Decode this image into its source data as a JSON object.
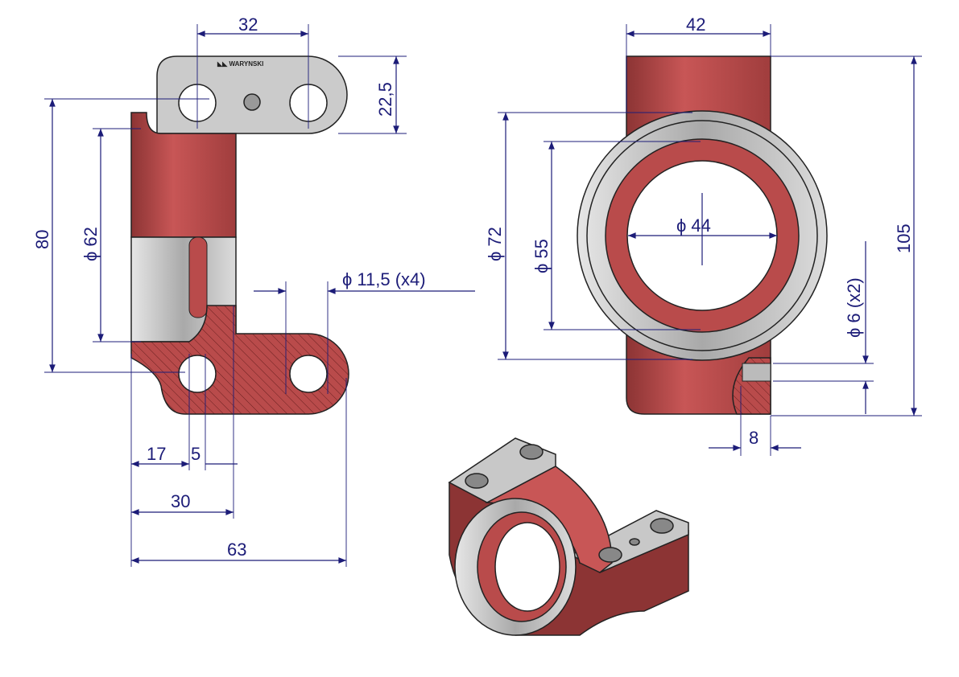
{
  "logo": {
    "text": "WARYNSKI"
  },
  "colors": {
    "body": "#b94b4b",
    "body_dark": "#8c3434",
    "steel": "#c9c9c9",
    "dimension": "#1c1c78"
  },
  "front_view": {
    "dims": {
      "hole_spacing": "32",
      "plate_thickness": "22,5",
      "height": "80",
      "bore": "ϕ 62",
      "hole_dia": "ϕ  11,5  (x4)",
      "d17": "17",
      "d5": "5",
      "d30": "30",
      "d63": "63"
    }
  },
  "side_view": {
    "dims": {
      "width": "42",
      "height": "105",
      "outer": "ϕ  72",
      "mid": "ϕ  55",
      "inner": "ϕ  44",
      "pin": "ϕ  6  (x2)",
      "pin_depth": "8"
    }
  }
}
